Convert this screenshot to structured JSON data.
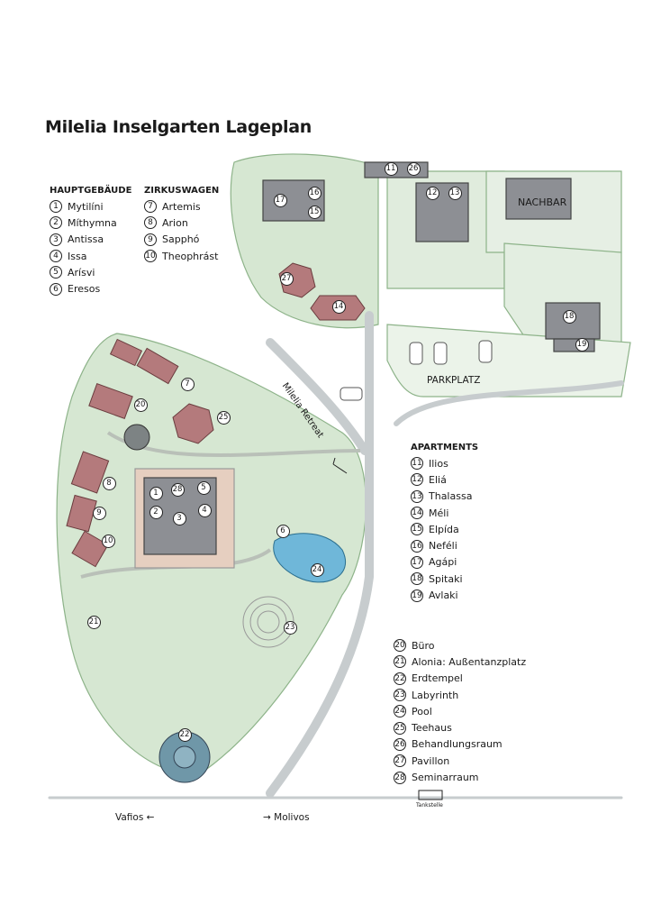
{
  "title": "Milelia Inselgarten Lageplan",
  "main_buildings": {
    "heading": "HAUPTGEBÄUDE",
    "items": [
      {
        "n": "1",
        "name": "Mytilíni"
      },
      {
        "n": "2",
        "name": "Míthymna"
      },
      {
        "n": "3",
        "name": "Antissa"
      },
      {
        "n": "4",
        "name": "Issa"
      },
      {
        "n": "5",
        "name": "Arísvi"
      },
      {
        "n": "6",
        "name": "Eresos"
      }
    ]
  },
  "circus_wagons": {
    "heading": "ZIRKUSWAGEN",
    "items": [
      {
        "n": "7",
        "name": "Artemis"
      },
      {
        "n": "8",
        "name": "Arion"
      },
      {
        "n": "9",
        "name": "Sapphó"
      },
      {
        "n": "10",
        "name": "Theophrást"
      }
    ]
  },
  "apartments": {
    "heading": "APARTMENTS",
    "items": [
      {
        "n": "11",
        "name": "Ilios"
      },
      {
        "n": "12",
        "name": "Eliá"
      },
      {
        "n": "13",
        "name": "Thalassa"
      },
      {
        "n": "14",
        "name": "Méli"
      },
      {
        "n": "15",
        "name": "Elpída"
      },
      {
        "n": "16",
        "name": "Neféli"
      },
      {
        "n": "17",
        "name": "Agápi"
      },
      {
        "n": "18",
        "name": "Spitaki"
      },
      {
        "n": "19",
        "name": "Avlaki"
      }
    ]
  },
  "facilities": {
    "items": [
      {
        "n": "20",
        "name": "Büro"
      },
      {
        "n": "21",
        "name": "Alonia: Außentanzplatz"
      },
      {
        "n": "22",
        "name": "Erdtempel"
      },
      {
        "n": "23",
        "name": "Labyrinth"
      },
      {
        "n": "24",
        "name": "Pool"
      },
      {
        "n": "25",
        "name": "Teehaus"
      },
      {
        "n": "26",
        "name": "Behandlungsraum"
      },
      {
        "n": "27",
        "name": "Pavillon"
      },
      {
        "n": "28",
        "name": "Seminarraum"
      }
    ]
  },
  "map_labels": {
    "neighbor": "NACHBAR",
    "parking": "PARKPLATZ",
    "road": "Milelia Retreat",
    "west": "Vafios ←",
    "east": "→ Molivos",
    "gas_station": "Tankstelle"
  },
  "colors": {
    "roof": "#b47a7c",
    "building": "#8d8f94",
    "green": "#9fc29a",
    "water": "#6fb7d9",
    "temple": "#6f97a8"
  }
}
